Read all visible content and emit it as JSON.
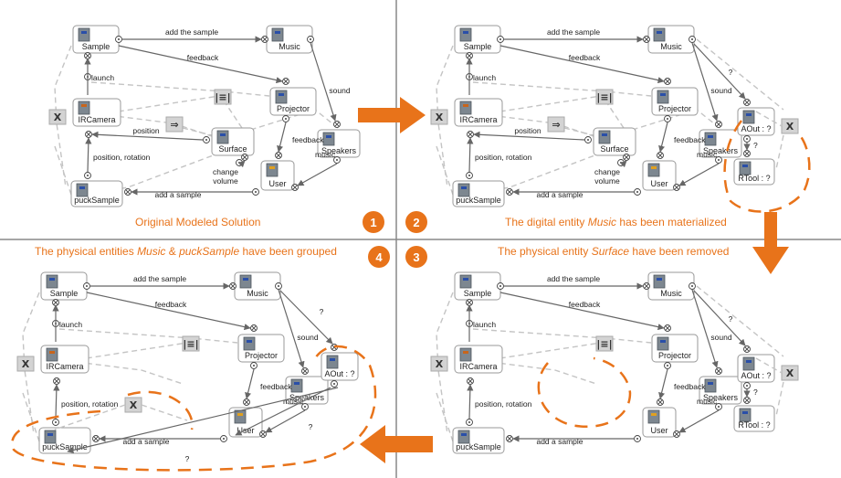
{
  "captions": {
    "panel1": "Original Modeled Solution",
    "panel2_pre": "The digital entity ",
    "panel2_em": "Music",
    "panel2_post": " has been materialized",
    "panel3_pre": "The physical entity ",
    "panel3_em": "Surface",
    "panel3_post": " have been removed",
    "panel4_pre": "The physical entities ",
    "panel4_em1": "Music",
    "panel4_mid": " & ",
    "panel4_em2": "puckSample",
    "panel4_post": " have been grouped"
  },
  "badges": [
    "1",
    "2",
    "3",
    "4"
  ],
  "nodes": {
    "sample": "Sample",
    "music": "Music",
    "ircamera": "IRCamera",
    "projector": "Projector",
    "surface": "Surface",
    "speakers": "Speakers",
    "user": "User",
    "pucksample": "puckSample",
    "aout": "AOut : ?",
    "rtool": "RTool : ?"
  },
  "edges": {
    "add_the_sample": "add the sample",
    "feedback": "feedback",
    "launch": "launch",
    "sound": "sound",
    "position": "position",
    "position_rotation": "position, rotation",
    "change": "change",
    "volume": "volume",
    "music": "music",
    "add_a_sample": "add a sample",
    "question": "?"
  },
  "symbols": {
    "cross": "X",
    "equivalence": "|≡|",
    "implies": "⇒"
  },
  "colors": {
    "accent": "#e8731a",
    "divider": "#888888",
    "dashed": "#c4c4c4"
  }
}
